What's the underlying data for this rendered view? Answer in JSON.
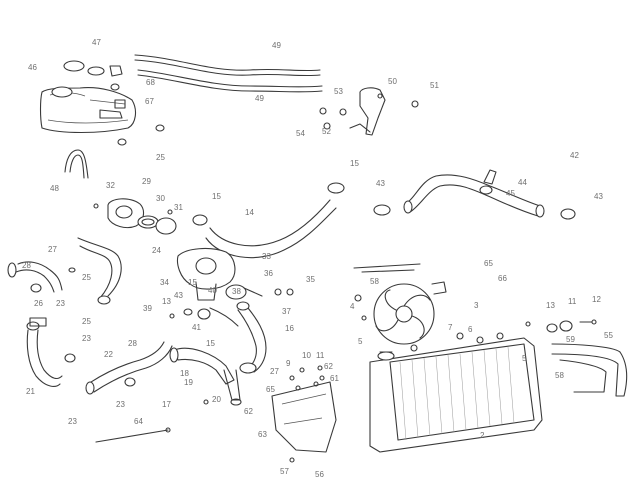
{
  "labels": [
    "47",
    "49",
    "46",
    "68",
    "67",
    "49",
    "53",
    "50",
    "51",
    "54",
    "52",
    "25",
    "15",
    "42",
    "48",
    "32",
    "29",
    "30",
    "31",
    "15",
    "14",
    "43",
    "44",
    "45",
    "43",
    "27",
    "24",
    "33",
    "65",
    "66",
    "28",
    "25",
    "34",
    "15",
    "36",
    "35",
    "43",
    "26",
    "23",
    "39",
    "13",
    "40",
    "38",
    "58",
    "4",
    "3",
    "13",
    "11",
    "12",
    "41",
    "16",
    "37",
    "15",
    "7",
    "6",
    "5",
    "25",
    "23",
    "22",
    "28",
    "21",
    "18",
    "19",
    "27",
    "9",
    "10",
    "11",
    "62",
    "61",
    "5",
    "59",
    "55",
    "58",
    "17",
    "20",
    "23",
    "65",
    "62",
    "63",
    "2",
    "23",
    "64",
    "57",
    "56"
  ],
  "colors": {
    "line": "#3a3a3a",
    "label": "#6f6f6f",
    "background": "#ffffff"
  }
}
